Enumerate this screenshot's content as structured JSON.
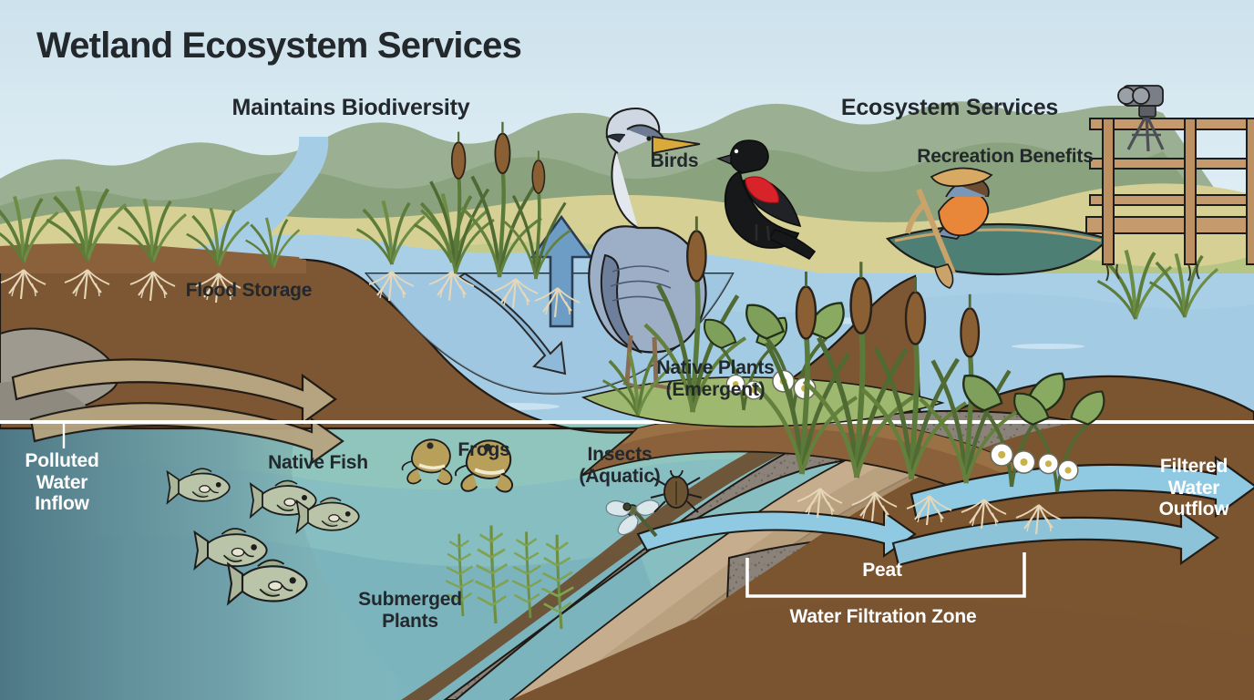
{
  "document": {
    "title": "Wetland Ecosystem Services",
    "type": "illustrated-cross-section-diagram",
    "subject": "wetland ecosystem services cross section"
  },
  "headings": {
    "main_title": "Wetland Ecosystem Services",
    "left_heading": "Maintains Biodiversity",
    "right_heading": "Ecosystem Services"
  },
  "labels": {
    "recreation_benefits": "Recreation Benefits",
    "flood_storage": "Flood Storage",
    "birds": "Birds",
    "native_plants": "Native Plants\n(Emergent)",
    "polluted_water_inflow": "Polluted\nWater\nInflow",
    "native_fish": "Native Fish",
    "frogs": "Frogs",
    "insects_aquatic": "Insects\n(Aquatic)",
    "submerged_plants": "Submerged\nPlants",
    "peat": "Peat",
    "water_filtration_zone": "Water Filtration Zone",
    "filtered_water_outflow": "Filtered\nWater\nOutflow"
  },
  "icons": {
    "heron": "great-blue-heron-icon",
    "blackbird": "red-winged-blackbird-icon",
    "canoe": "canoe-paddler-icon",
    "binoculars": "binoculars-tripod-icon",
    "boardwalk": "boardwalk-icon",
    "cattail": "cattail-plant-icon",
    "arrowhead": "arrowhead-plant-icon",
    "fish": "fish-icon",
    "frog": "frog-icon",
    "dragonfly": "dragonfly-icon",
    "beetle": "water-beetle-icon",
    "pondweed": "submerged-pondweed-icon",
    "flood_arrow": "flood-storage-up-arrow-icon",
    "inflow_arrow": "polluted-inflow-arrow-icon",
    "outflow_arrow": "filtered-outflow-arrow-icon",
    "infiltration_arrow": "infiltration-arrow-icon",
    "bracket": "measurement-bracket-icon"
  },
  "colors": {
    "sky_top": "#cfe3ee",
    "sky_bottom": "#e4f0f6",
    "hill_far": "#93a98c",
    "hill_mid": "#8fa983",
    "hill_near": "#a9bd94",
    "meadow_tan": "#d9d194",
    "meadow_green": "#b6c47f",
    "surface_water": "#a9cfe6",
    "water_upper": "#a8cfe6",
    "water_lower": "#8fc5bc",
    "water_murky": "#57808c",
    "soil_brown": "#7b5533",
    "soil_dark": "#6d4a2b",
    "sand_tan": "#c6ad8d",
    "peat_gray": "#877f78",
    "arrow_blue": "#6d9cc4",
    "arrow_lightblue": "#8fc9e2",
    "arrow_khaki": "#b6a480",
    "text_dark": "#23282c",
    "text_light": "#ffffff",
    "outline": "#1b1b1b",
    "wood": "#c09465",
    "canoe": "#4e7f75",
    "vest_orange": "#e8873a",
    "blackbird_red": "#d8232a"
  },
  "chart_data": {
    "type": "diagram",
    "title": "Wetland Ecosystem Services",
    "zones": [
      {
        "name": "Upland / Meadow",
        "position": "background"
      },
      {
        "name": "Open Water",
        "position": "center-upper"
      },
      {
        "name": "Emergent Marsh",
        "position": "center"
      },
      {
        "name": "Submerged Zone",
        "position": "below-waterline"
      },
      {
        "name": "Peat / Water Filtration Zone",
        "position": "subsurface-right"
      }
    ],
    "flows": [
      {
        "name": "Polluted Water Inflow",
        "direction": "left-to-right",
        "color": "#b6a480"
      },
      {
        "name": "Flood Storage",
        "direction": "upward",
        "color": "#6d9cc4"
      },
      {
        "name": "Infiltration",
        "direction": "left-to-right",
        "color": "#8fc9e2"
      },
      {
        "name": "Filtered Water Outflow",
        "direction": "left-to-right",
        "color": "#8fc9e2"
      }
    ],
    "biota": [
      "Birds",
      "Native Plants (Emergent)",
      "Native Fish",
      "Frogs",
      "Insects (Aquatic)",
      "Submerged Plants"
    ],
    "services": [
      "Maintains Biodiversity",
      "Flood Storage",
      "Water Filtration",
      "Recreation Benefits"
    ]
  }
}
